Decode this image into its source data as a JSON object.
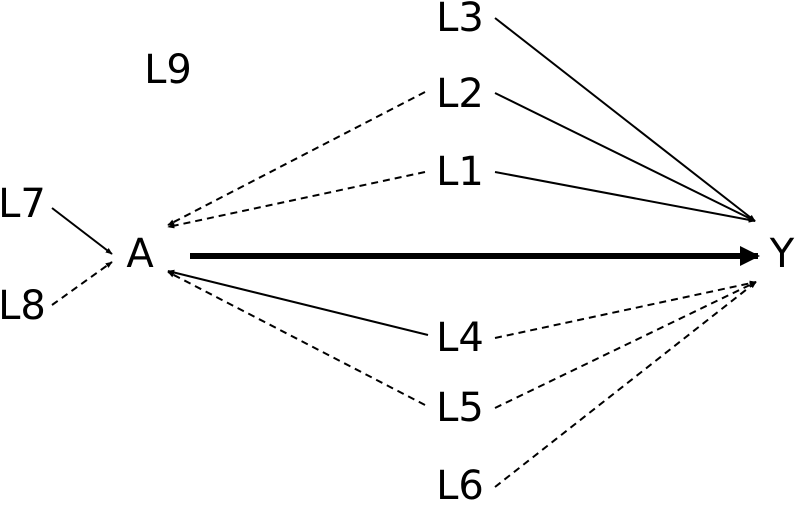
{
  "nodes": {
    "A": "A",
    "Y": "Y",
    "L1": "L1",
    "L2": "L2",
    "L3": "L3",
    "L4": "L4",
    "L5": "L5",
    "L6": "L6",
    "L7": "L7",
    "L8": "L8",
    "L9": "L9"
  },
  "edges": [
    {
      "from": "A",
      "to": "Y",
      "style": "bold"
    },
    {
      "from": "L1",
      "to": "A",
      "style": "dashed"
    },
    {
      "from": "L1",
      "to": "Y",
      "style": "solid"
    },
    {
      "from": "L2",
      "to": "A",
      "style": "dashed"
    },
    {
      "from": "L2",
      "to": "Y",
      "style": "solid"
    },
    {
      "from": "L3",
      "to": "Y",
      "style": "solid"
    },
    {
      "from": "L4",
      "to": "A",
      "style": "solid"
    },
    {
      "from": "L4",
      "to": "Y",
      "style": "dashed"
    },
    {
      "from": "L5",
      "to": "A",
      "style": "dashed"
    },
    {
      "from": "L5",
      "to": "Y",
      "style": "dashed"
    },
    {
      "from": "L6",
      "to": "Y",
      "style": "dashed"
    },
    {
      "from": "L7",
      "to": "A",
      "style": "solid"
    },
    {
      "from": "L8",
      "to": "A",
      "style": "dashed"
    }
  ]
}
